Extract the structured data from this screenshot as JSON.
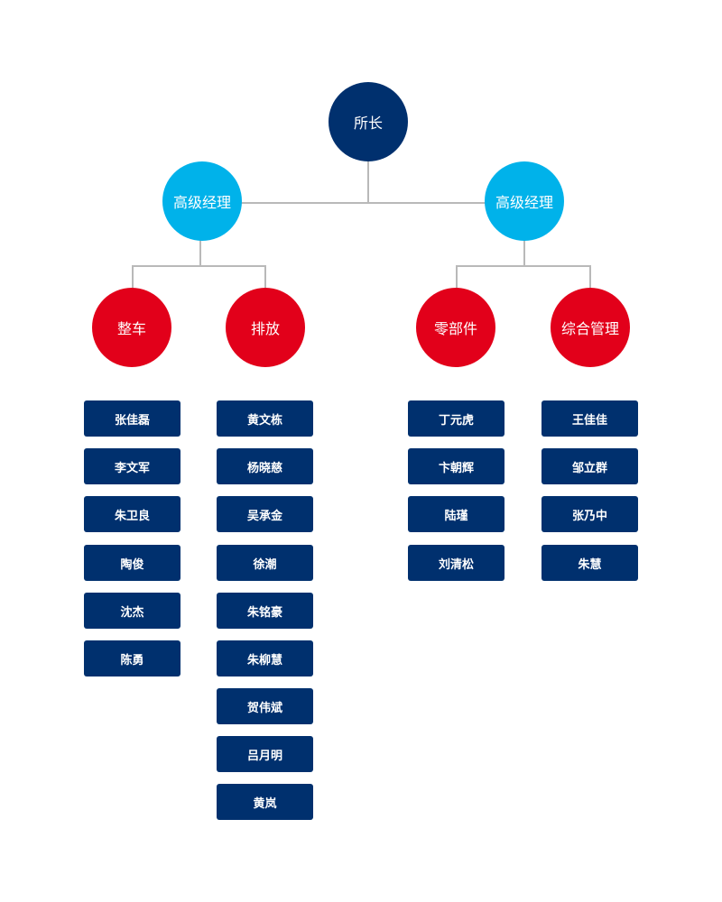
{
  "colors": {
    "root": "#00306e",
    "manager": "#00b2ea",
    "department": "#e2001a",
    "staff": "#00306e",
    "connector": "#b9b9b9"
  },
  "root": {
    "label": "所长"
  },
  "managers": [
    {
      "label": "高级经理"
    },
    {
      "label": "高级经理"
    }
  ],
  "departments": [
    {
      "label": "整车",
      "staff": [
        "张佳磊",
        "李文军",
        "朱卫良",
        "陶俊",
        "沈杰",
        "陈勇"
      ]
    },
    {
      "label": "排放",
      "staff": [
        "黄文栋",
        "杨晓慈",
        "吴承金",
        "徐潮",
        "朱铭豪",
        "朱柳慧",
        "贺伟斌",
        "吕月明",
        "黄岚"
      ]
    },
    {
      "label": "零部件",
      "staff": [
        "丁元虎",
        "卞朝辉",
        "陆瑾",
        "刘清松"
      ]
    },
    {
      "label": "综合管理",
      "staff": [
        "王佳佳",
        "邹立群",
        "张乃中",
        "朱慧"
      ]
    }
  ]
}
